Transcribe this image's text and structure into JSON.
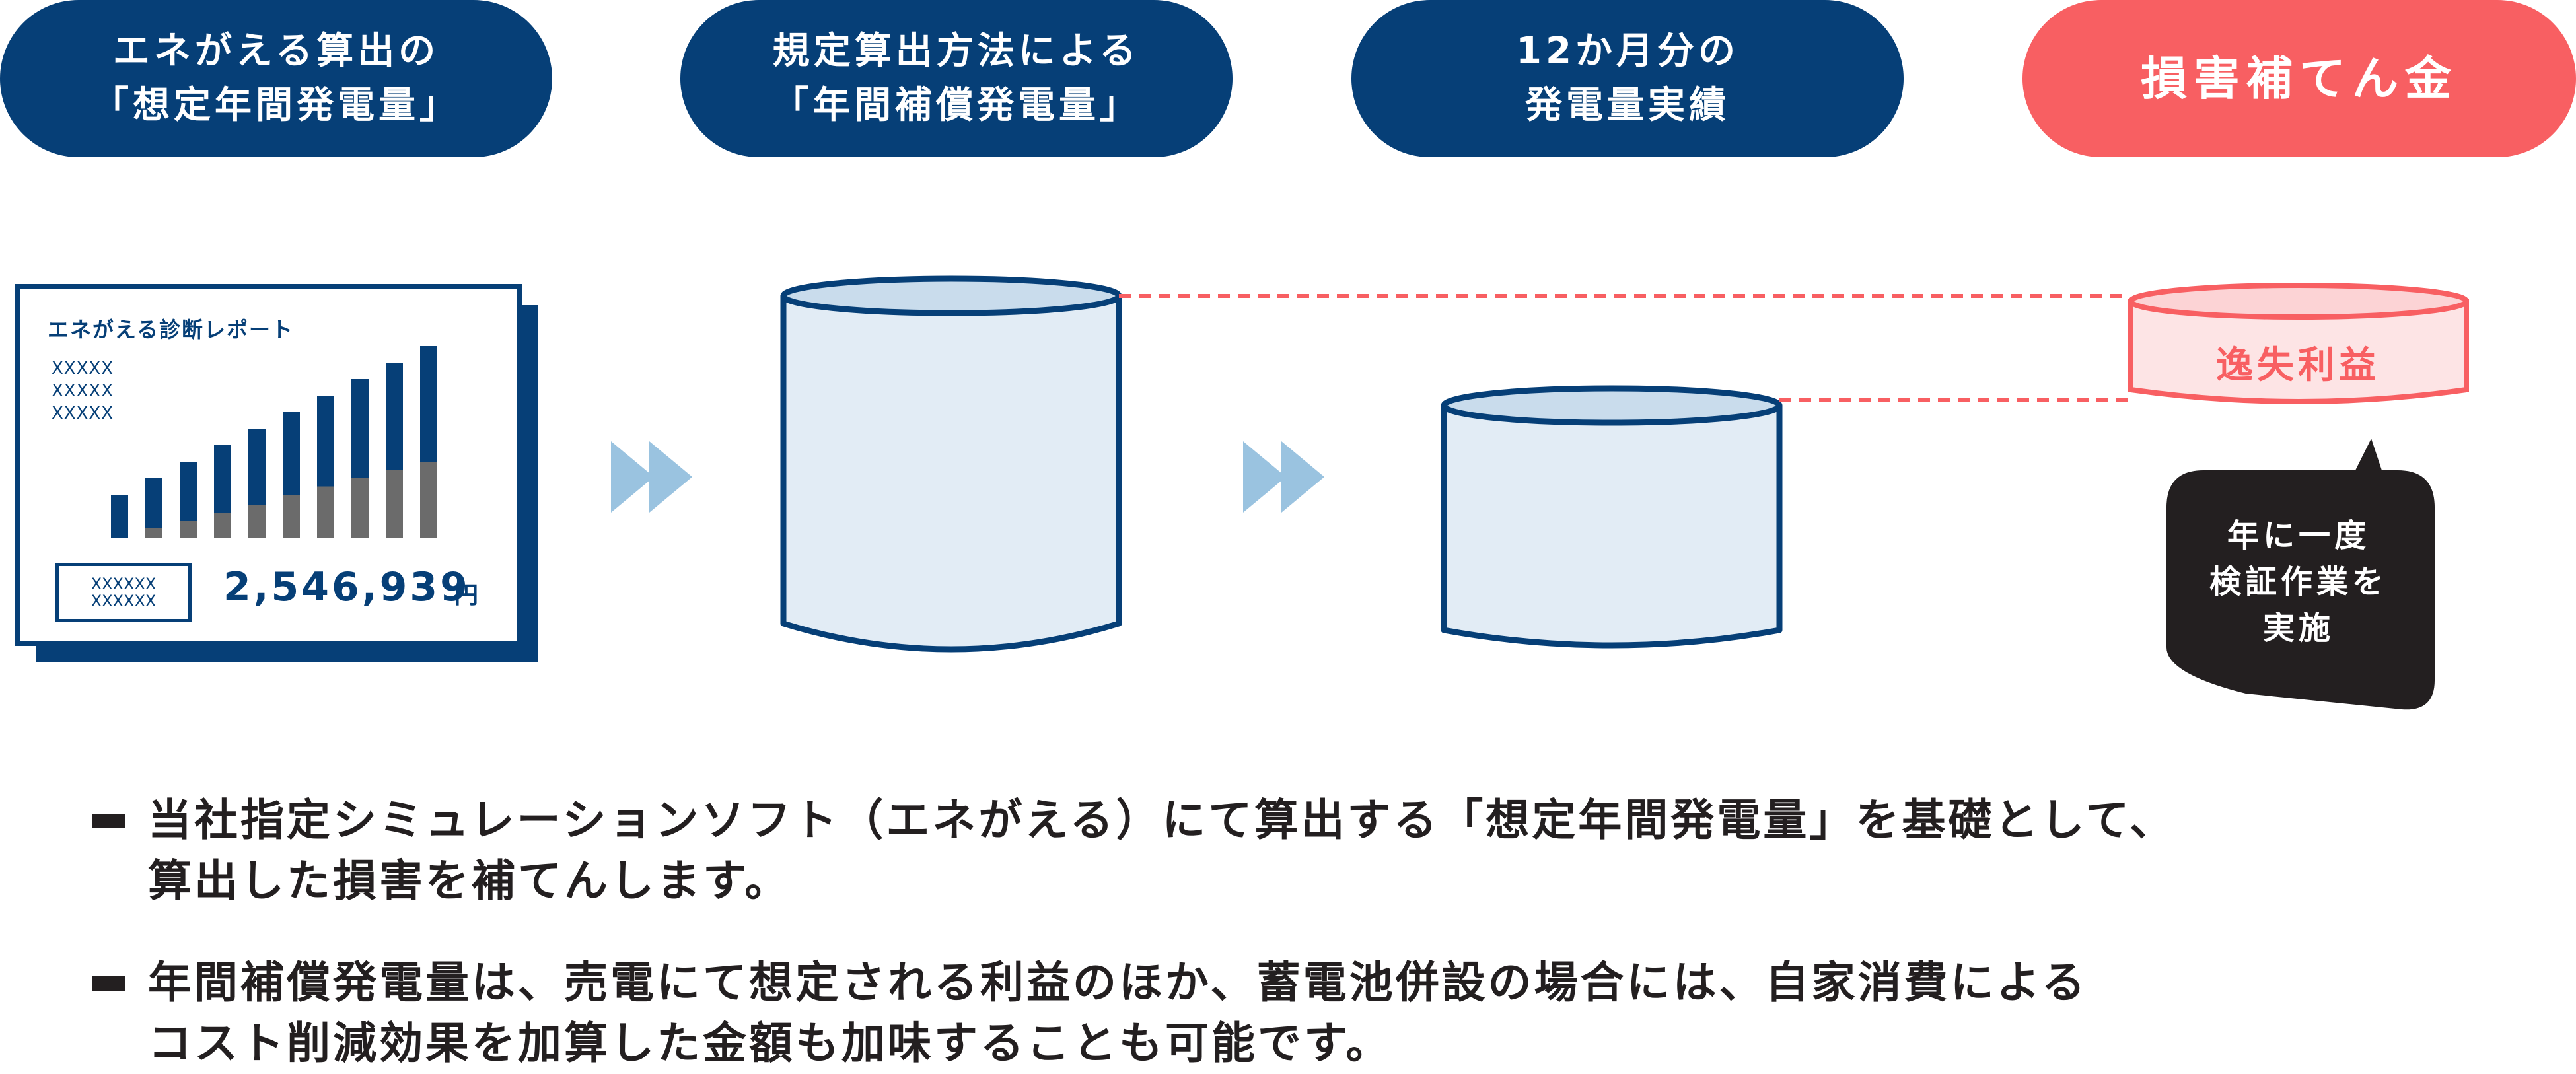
{
  "headers": [
    {
      "line1": "エネがえる算出の",
      "line2": "「想定年間発電量」"
    },
    {
      "line1": "規定算出方法による",
      "line2": "「年間補償発電量」"
    },
    {
      "line1": "12か月分の",
      "line2": "発電量実績"
    },
    {
      "line1": "損害補てん金"
    }
  ],
  "report": {
    "title": "エネがえる診断レポート",
    "placeholder_lines": [
      "XXXXX",
      "XXXXX",
      "XXXXX"
    ],
    "box_lines": [
      "XXXXXX",
      "XXXXXX"
    ],
    "amount": "2,546,939",
    "amount_unit": "円",
    "bar_chart": {
      "type": "bar",
      "bars": [
        {
          "total": 2.6,
          "gray": 0
        },
        {
          "total": 3.6,
          "gray": 0.6
        },
        {
          "total": 4.6,
          "gray": 1.0
        },
        {
          "total": 5.6,
          "gray": 1.5
        },
        {
          "total": 6.6,
          "gray": 2.0
        },
        {
          "total": 7.6,
          "gray": 2.6
        },
        {
          "total": 8.6,
          "gray": 3.1
        },
        {
          "total": 9.6,
          "gray": 3.6
        },
        {
          "total": 10.6,
          "gray": 4.1
        },
        {
          "total": 11.6,
          "gray": 4.6
        }
      ]
    }
  },
  "lost_profit_label": "逸失利益",
  "bubble": {
    "lines": [
      "年に一度",
      "検証作業を",
      "実施"
    ]
  },
  "notes": [
    {
      "line1": "当社指定シミュレーションソフト（エネがえる）にて算出する「想定年間発電量」を基礎として、",
      "line2": "算出した損害を補てんします。"
    },
    {
      "line1": "年間補償発電量は、売電にて想定される利益のほか、蓄電池併設の場合には、自家消費による",
      "line2": "コスト削減効果を加算した金額も加味することも可能です。"
    }
  ],
  "colors": {
    "navy": "#063f77",
    "red": "#f85f62",
    "light_blue": "#e2ecf5",
    "arrow_blue": "#9ac3e0",
    "gray": "#6b6b6b",
    "dark": "#231f20"
  }
}
